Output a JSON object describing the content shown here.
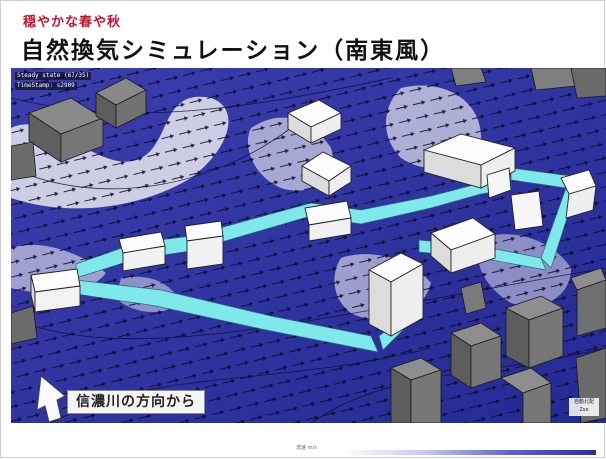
{
  "header": {
    "subtitle": "穏やかな春や秋",
    "title": "自然換気シミュレーション（南東風）"
  },
  "viewer": {
    "status_line_1": "Steady state (67/35)",
    "status_line_2": "TimeStamp: s2909",
    "wind_direction_label": "信濃川の方向から",
    "compass_text": "自動北配\nZoo",
    "scale_label": "流速 m/s"
  },
  "colors": {
    "flow_field": "#2a2f9c",
    "vent_channel": "#7fe8ea",
    "calm_zone": "#eeeeee",
    "title_red": "#c8102e"
  }
}
